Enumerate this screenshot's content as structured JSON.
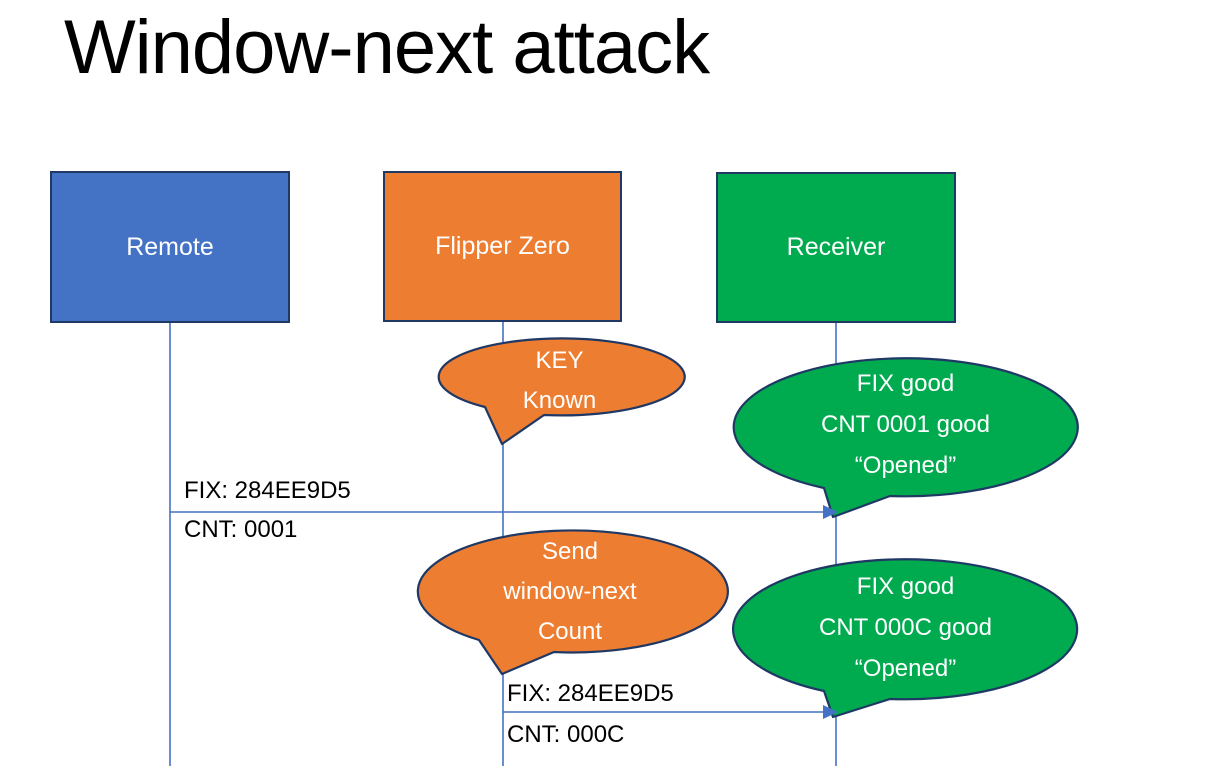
{
  "title": "Window-next attack",
  "colors": {
    "remote_blue": "#4472C4",
    "flipper_orange": "#ED7D31",
    "receiver_green": "#00AB50",
    "shape_border": "#1F3864",
    "connector_blue": "#4472C4",
    "text_on_shape": "#FFFFFF",
    "label_text": "#000000"
  },
  "actors": [
    {
      "label": "Remote"
    },
    {
      "label": "Flipper Zero"
    },
    {
      "label": "Receiver"
    }
  ],
  "callouts": [
    {
      "owner": "Flipper Zero",
      "lines": [
        "KEY",
        "Known"
      ]
    },
    {
      "owner": "Receiver",
      "lines": [
        "FIX good",
        "CNT 0001 good",
        "“Opened”"
      ]
    },
    {
      "owner": "Flipper Zero",
      "lines": [
        "Send",
        "window-next",
        "Count"
      ]
    },
    {
      "owner": "Receiver",
      "lines": [
        "FIX good",
        "CNT 000C good",
        "“Opened”"
      ]
    }
  ],
  "messages": [
    {
      "from": "Remote",
      "to": "Receiver",
      "label_above": "FIX: 284EE9D5",
      "label_below": "CNT: 0001"
    },
    {
      "from": "Flipper Zero",
      "to": "Receiver",
      "label_above": "FIX: 284EE9D5",
      "label_below": "CNT: 000C"
    }
  ]
}
